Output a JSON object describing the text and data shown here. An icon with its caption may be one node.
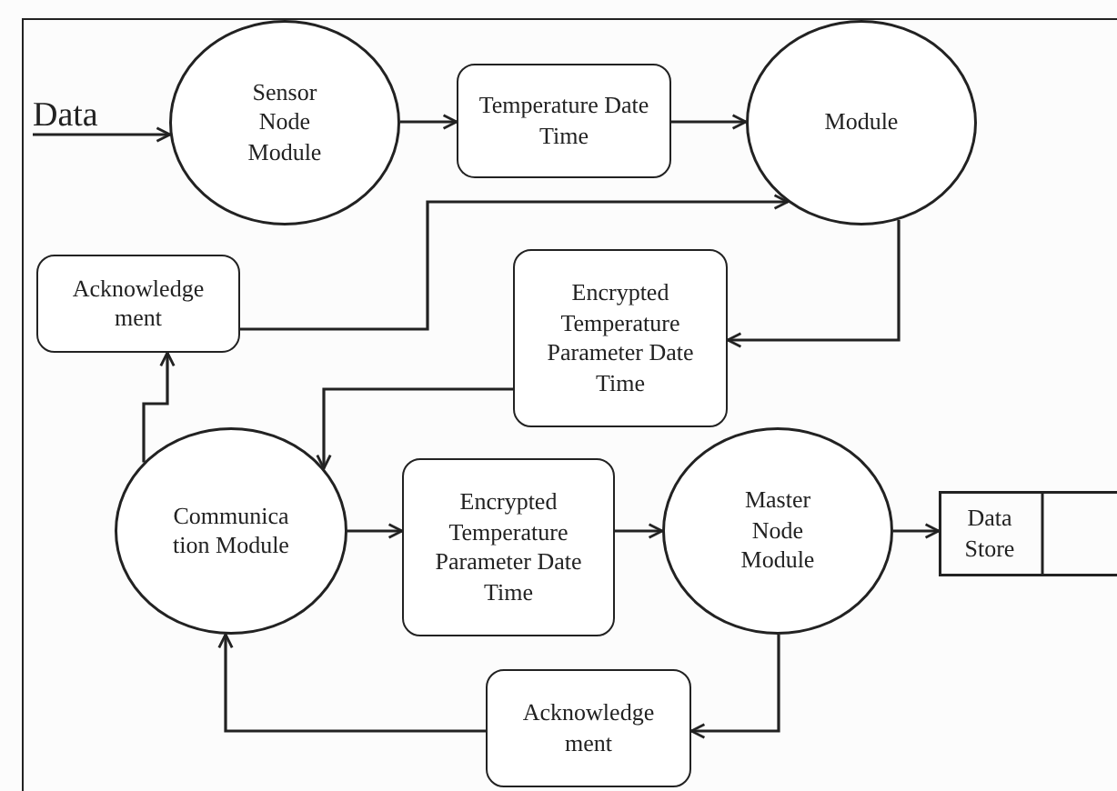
{
  "diagram": {
    "nodes": [
      {
        "text": [
          "Data"
        ]
      },
      {
        "text": [
          "Sensor Node Module"
        ]
      },
      {
        "text": [
          "Temperature Date Time"
        ]
      },
      {
        "text": [
          "Module"
        ]
      },
      {
        "text": [
          "Acknowledge ment"
        ]
      },
      {
        "text": [
          "Encrypted Temperature Parameter Date Time"
        ]
      },
      {
        "text": [
          "Communica tion Module"
        ]
      },
      {
        "text": [
          "Encrypted Temperature Parameter Date Time"
        ]
      },
      {
        "text": [
          "Master Node Module"
        ]
      },
      {
        "text": [
          "Data Store"
        ]
      },
      {
        "text": [
          "Acknowledge ment"
        ]
      }
    ],
    "edges": [
      {
        "from": 0,
        "to": 1,
        "arrow": "to"
      },
      {
        "from": 1,
        "to": 2,
        "arrow": "to"
      },
      {
        "from": 2,
        "to": 3,
        "arrow": "to"
      },
      {
        "from": 4,
        "to": 3,
        "arrow": "to"
      },
      {
        "from": 3,
        "to": 5,
        "arrow": "to"
      },
      {
        "from": 5,
        "to": 6,
        "arrow": "to"
      },
      {
        "from": 6,
        "to": 4,
        "arrow": "to"
      },
      {
        "from": 6,
        "to": 7,
        "arrow": "to"
      },
      {
        "from": 7,
        "to": 8,
        "arrow": "to"
      },
      {
        "from": 8,
        "to": 9,
        "arrow": "to"
      },
      {
        "from": 8,
        "to": 10,
        "arrow": "to"
      },
      {
        "from": 10,
        "to": 6,
        "arrow": "to"
      }
    ]
  }
}
